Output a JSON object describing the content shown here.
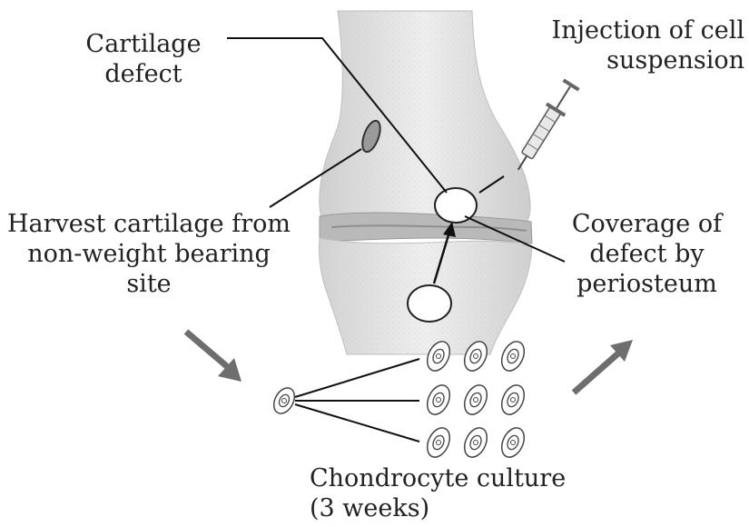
{
  "labels": {
    "cartilage_defect": [
      "Cartilage",
      "defect"
    ],
    "injection": [
      "Injection of cell",
      "suspension"
    ],
    "harvest": [
      "Harvest cartilage from",
      "non-weight bearing",
      "site"
    ],
    "coverage": [
      "Coverage of",
      "defect by",
      "periosteum"
    ],
    "culture": [
      "Chondrocyte culture",
      "(3 weeks)"
    ]
  },
  "colors": {
    "text": "#222222",
    "lines": "#111111",
    "arrows": "#6e6e6e",
    "bone": "#d6d6d6",
    "cell_outline": "#444444"
  }
}
